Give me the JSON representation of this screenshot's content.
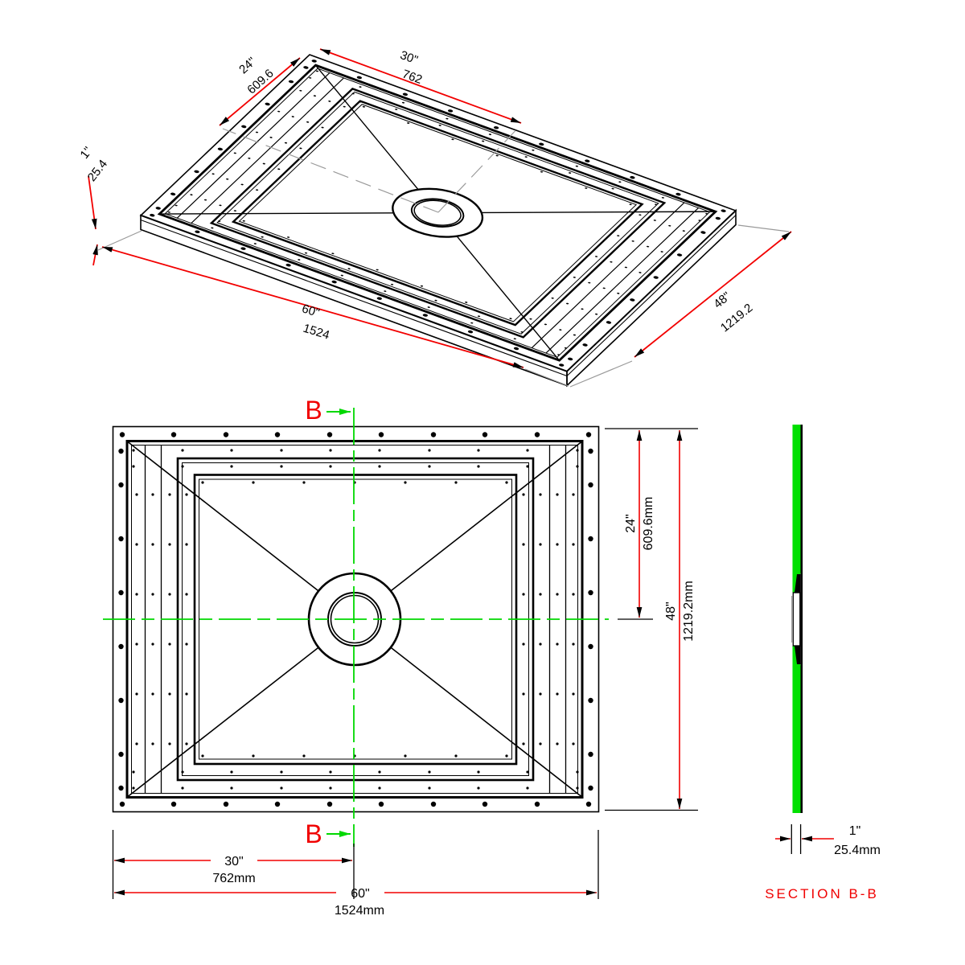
{
  "drawing": {
    "type": "shower-pan technical drawing",
    "colors": {
      "dimension_red": "#f20000",
      "marker_green": "#00d800",
      "line_black": "#000000",
      "hidden_gray": "#9a9a9a"
    },
    "isometric_view": {
      "dims": {
        "half_width": {
          "imperial": "30\"",
          "metric": "762"
        },
        "half_depth": {
          "imperial": "24\"",
          "metric": "609.6"
        },
        "thickness": {
          "imperial": "1\"",
          "metric": "25.4"
        },
        "width": {
          "imperial": "60\"",
          "metric": "1524"
        },
        "depth": {
          "imperial": "48\"",
          "metric": "1219.2"
        }
      }
    },
    "plan_view": {
      "cut_letter_top": "B",
      "cut_letter_bottom": "B",
      "dims": {
        "half_depth": {
          "imperial": "24\"",
          "metric": "609.6mm"
        },
        "depth": {
          "imperial": "48\"",
          "metric": "1219.2mm"
        },
        "half_width": {
          "imperial": "30\"",
          "metric": "762mm"
        },
        "width": {
          "imperial": "60\"",
          "metric": "1524mm"
        }
      }
    },
    "section_view": {
      "title": "SECTION B-B",
      "dims": {
        "thickness": {
          "imperial": "1\"",
          "metric": "25.4mm"
        }
      }
    }
  }
}
